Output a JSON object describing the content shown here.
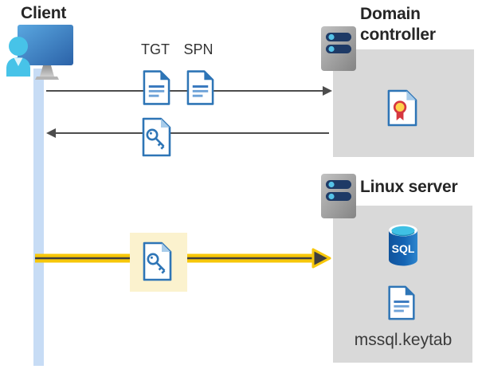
{
  "client": {
    "label": "Client"
  },
  "domain_controller": {
    "label": "Domain controller"
  },
  "linux_server": {
    "label": "Linux server",
    "sql_badge": "SQL",
    "keytab_label": "mssql.keytab"
  },
  "tickets": {
    "tgt": "TGT",
    "spn": "SPN"
  },
  "icons": {
    "client-workstation-icon": "monitor-with-user",
    "server-icon": "server-tower-with-leds",
    "document-icon": "document-with-text-lines",
    "key-ticket-icon": "document-with-key",
    "certificate-icon": "document-with-award-ribbon",
    "sql-database-icon": "database-cylinder",
    "request-arrow-icon": "thin-arrow-right",
    "response-arrow-icon": "thin-arrow-left",
    "auth-arrow-icon": "thick-yellow-arrow-right"
  },
  "colors": {
    "accent_blue": "#2e75b6",
    "icon_blue_light": "#a8ccea",
    "doc_line_blue": "#3878be",
    "doc_line_light": "#6fa3d8",
    "person_cyan": "#47c3e8",
    "monitor_blue": "#2b62a8",
    "server_bar_navy": "#1e3a66",
    "server_led_cyan": "#55c3e8",
    "box_gray": "#d9d9d9",
    "timeline_blue": "#c7dcf5",
    "arrow_dark": "#4d4d4d",
    "auth_arrow_yellow": "#f7c70a",
    "highlight_yellow": "#fbf2ce",
    "cert_ribbon_red": "#d6373f",
    "cert_seal_yellow": "#ffd34d",
    "sql_cylinder_blue": "#1464b4",
    "sql_top_cyan": "#3fc0e4"
  }
}
